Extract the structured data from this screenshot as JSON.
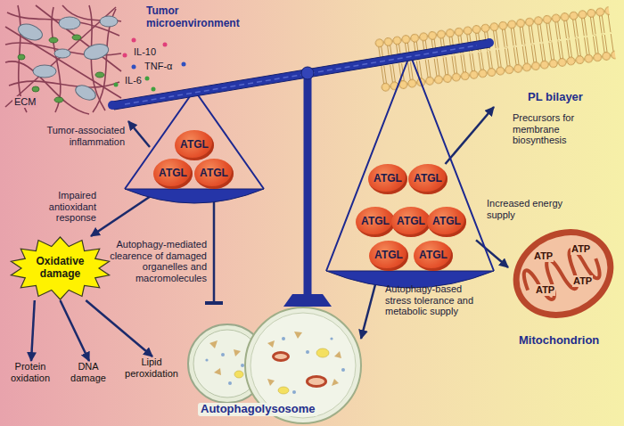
{
  "diagram": {
    "nodes": [
      {
        "text": [
          "Tumor microenvironment",
          "ECM",
          "IL-10",
          "TNF-α",
          "IL-6"
        ]
      },
      {
        "text": [
          "PL bilayer"
        ]
      },
      {
        "text": [
          "ATGL",
          "ATGL",
          "ATGL"
        ]
      },
      {
        "text": [
          "ATGL",
          "ATGL",
          "ATGL",
          "ATGL",
          "ATGL",
          "ATGL",
          "ATGL"
        ]
      },
      {
        "text": [
          "Oxidative damage"
        ]
      },
      {
        "text": [
          "ATP",
          "ATP",
          "ATP",
          "ATP",
          "Mitochondrion"
        ]
      },
      {
        "text": [
          "Protein oxidation"
        ]
      },
      {
        "text": [
          "DNA damage"
        ]
      },
      {
        "text": [
          "Lipid peroxidation"
        ]
      },
      {
        "text": [
          "Autophagolysosome"
        ]
      }
    ],
    "edges": [
      {
        "from": 2,
        "to": 0,
        "label": "Tumor-associated inflammation",
        "arrow": "to"
      },
      {
        "from": 3,
        "to": 1,
        "label": "Precursors for membrane biosynthesis",
        "arrow": "to"
      },
      {
        "from": 2,
        "to": 4,
        "label": "Impaired antioxidant response",
        "arrow": "to"
      },
      {
        "from": 3,
        "to": 5,
        "label": "Increased energy supply",
        "arrow": "to"
      },
      {
        "from": 4,
        "to": 6,
        "arrow": "to"
      },
      {
        "from": 4,
        "to": 7,
        "arrow": "to"
      },
      {
        "from": 4,
        "to": 8,
        "arrow": "to"
      },
      {
        "from": 2,
        "to": 9,
        "label": "Autophagy-mediated clearence of damaged organelles and macromolecules",
        "arrow": "to"
      },
      {
        "from": 3,
        "to": 9,
        "label": "Autophagy-based stress tolerance and metabolic supply",
        "arrow": "to"
      }
    ]
  }
}
